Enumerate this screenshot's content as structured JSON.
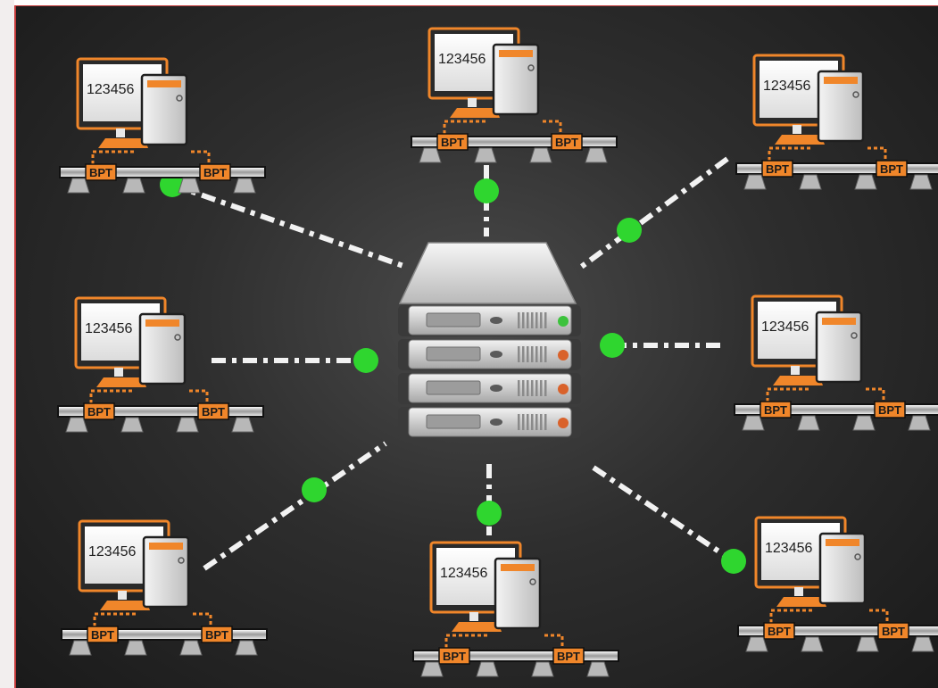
{
  "diagram": {
    "workstations": [
      {
        "id": "ws-top-left",
        "screen_text": "123456",
        "tag_left": "BPT",
        "tag_right": "BPT"
      },
      {
        "id": "ws-top-center",
        "screen_text": "123456",
        "tag_left": "BPT",
        "tag_right": "BPT"
      },
      {
        "id": "ws-top-right",
        "screen_text": "123456",
        "tag_left": "BPT",
        "tag_right": "BPT"
      },
      {
        "id": "ws-mid-left",
        "screen_text": "123456",
        "tag_left": "BPT",
        "tag_right": "BPT"
      },
      {
        "id": "ws-mid-right",
        "screen_text": "123456",
        "tag_left": "BPT",
        "tag_right": "BPT"
      },
      {
        "id": "ws-bottom-left",
        "screen_text": "123456",
        "tag_left": "BPT",
        "tag_right": "BPT"
      },
      {
        "id": "ws-bottom-center",
        "screen_text": "123456",
        "tag_left": "BPT",
        "tag_right": "BPT"
      },
      {
        "id": "ws-bottom-right",
        "screen_text": "123456",
        "tag_left": "BPT",
        "tag_right": "BPT"
      }
    ],
    "server": {
      "units": 4,
      "led_colors": [
        "#3cc23c",
        "#d9622b",
        "#d9622b",
        "#d9622b"
      ]
    },
    "colors": {
      "background": "#2e2e2e",
      "accent_orange": "#f0862a",
      "node_green": "#2fd62f",
      "link_white": "#f2f2f2",
      "frame_border": "#c43a3a"
    }
  }
}
